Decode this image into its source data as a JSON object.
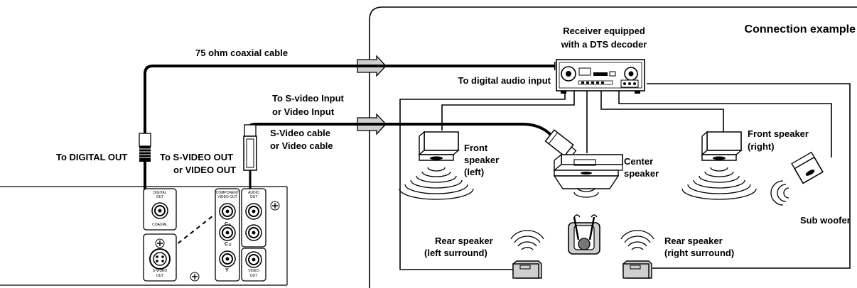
{
  "title": "Connection example",
  "receiver_label": [
    "Receiver equipped",
    "with a DTS decoder"
  ],
  "cable_coax": "75 ohm coaxial cable",
  "to_digital_audio_input": "To digital audio input",
  "to_svideo_input": [
    "To S-video Input",
    "or Video Input"
  ],
  "svideo_cable": [
    "S-Video cable",
    "or Video cable"
  ],
  "to_digital_out": "To DIGITAL OUT",
  "to_svideo_out": [
    "To S-VIDEO OUT",
    "or VIDEO OUT"
  ],
  "front_left": [
    "Front",
    "speaker",
    "(left)"
  ],
  "center": [
    "Center",
    "speaker"
  ],
  "front_right": [
    "Front speaker",
    "(right)"
  ],
  "sub_woofer": "Sub woofer",
  "rear_left": [
    "Rear speaker",
    "(left surround)"
  ],
  "rear_right": [
    "Rear speaker",
    "(right surround)"
  ],
  "panel": {
    "digital_out": [
      "DIGITAL",
      "OUT"
    ],
    "coaxial": "COAXIAL",
    "svideo_out": [
      "S-VIDEO",
      "OUT"
    ],
    "component_video_out": [
      "COMPONENT",
      "VIDEO OUT"
    ],
    "audio_out": [
      "AUDIO",
      "OUT"
    ],
    "video_out": [
      "VIDEO",
      "OUT"
    ],
    "cb": "C",
    "cr": "C",
    "cb_sub": "B",
    "cr_sub": "R",
    "y": "Y"
  }
}
